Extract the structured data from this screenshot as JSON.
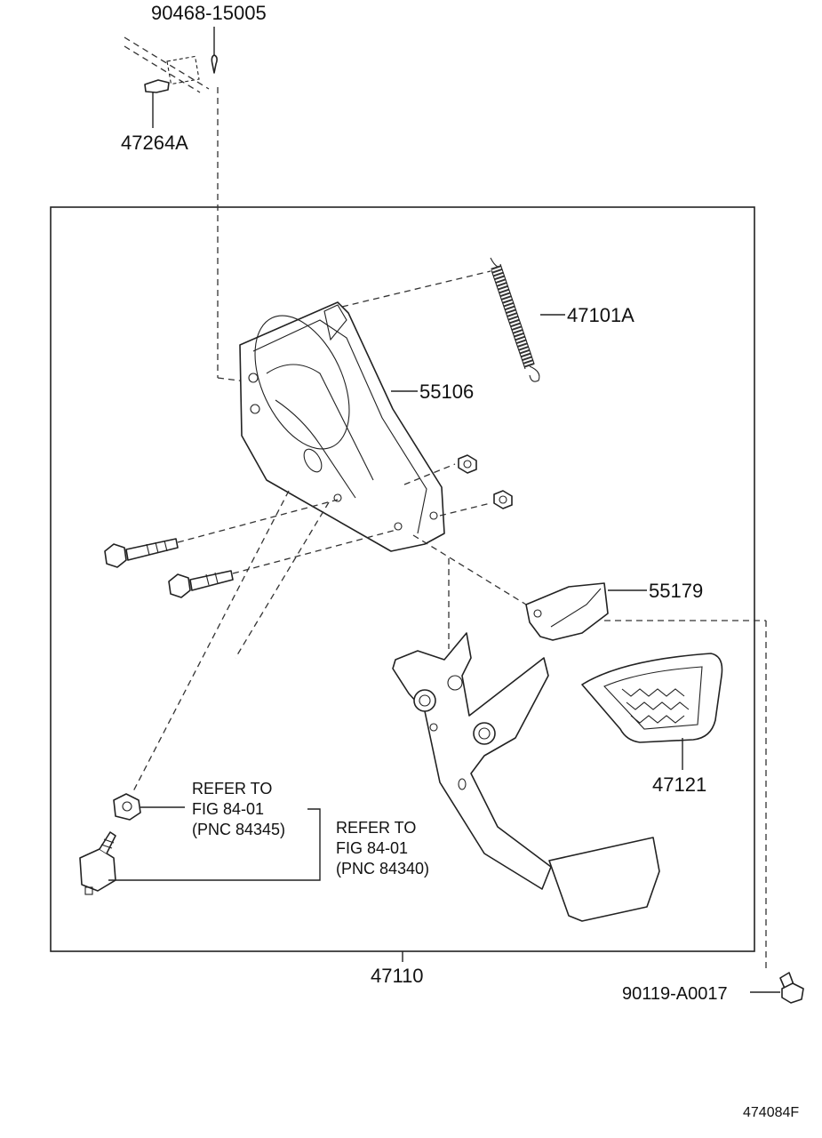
{
  "diagram": {
    "parts": {
      "p90468": "90468-15005",
      "p47264A": "47264A",
      "p47101A": "47101A",
      "p55106": "55106",
      "p55179": "55179",
      "p47121": "47121",
      "p47110": "47110",
      "p90119": "90119-A0017"
    },
    "notes": {
      "ref1": [
        "REFER TO",
        "FIG 84-01",
        "(PNC 84345)"
      ],
      "ref2": [
        "REFER TO",
        "FIG 84-01",
        "(PNC 84340)"
      ]
    },
    "figure_code": "474084F"
  }
}
